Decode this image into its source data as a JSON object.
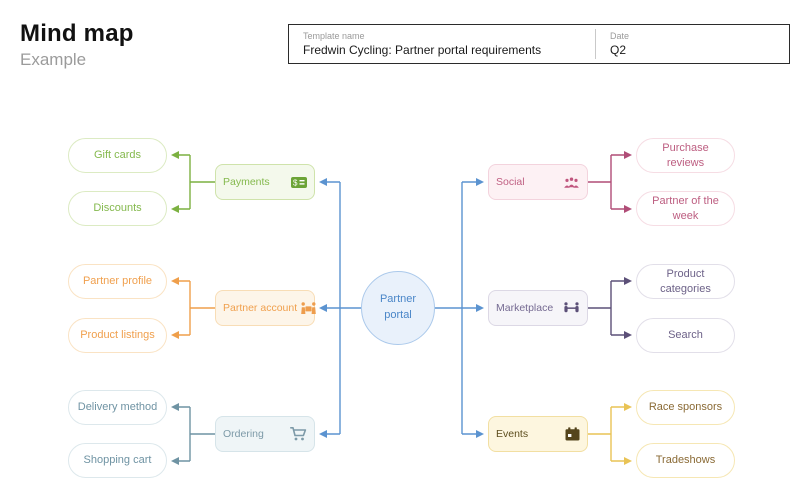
{
  "page": {
    "title": "Mind map",
    "subtitle": "Example"
  },
  "header": {
    "template_label": "Template name",
    "template_value": "Fredwin Cycling: Partner portal requirements",
    "date_label": "Date",
    "date_value": "Q2"
  },
  "mindmap": {
    "center": {
      "label": "Partner portal",
      "fill": "#e9f1fb",
      "border": "#abc9eb",
      "text_color": "#4a86c8"
    },
    "center_connector_color": "#5b93d0",
    "branches": [
      {
        "label": "Payments",
        "icon": "banknote-icon",
        "side": "left",
        "colors": {
          "text": "#85b94e",
          "border": "#cfe3ab",
          "fill": "#f4f9ec",
          "line": "#7cb141"
        },
        "children": [
          {
            "label": "Gift cards"
          },
          {
            "label": "Discounts"
          }
        ]
      },
      {
        "label": "Partner account",
        "icon": "people-carrying-icon",
        "side": "left",
        "colors": {
          "text": "#f0a04e",
          "border": "#f8ddb6",
          "fill": "#fdf5e9",
          "line": "#ef9f4b"
        },
        "children": [
          {
            "label": "Partner profile"
          },
          {
            "label": "Product listings"
          }
        ]
      },
      {
        "label": "Ordering",
        "icon": "shopping-cart-icon",
        "side": "left",
        "colors": {
          "text": "#7d9aa8",
          "border": "#d6e4e9",
          "fill": "#eff5f7",
          "line": "#6f93a3"
        },
        "children": [
          {
            "label": "Delivery method"
          },
          {
            "label": "Shopping cart"
          }
        ]
      },
      {
        "label": "Social",
        "icon": "people-group-icon",
        "side": "right",
        "colors": {
          "text": "#c06083",
          "border": "#f3d3dd",
          "fill": "#fdf1f4",
          "line": "#b04d77"
        },
        "children": [
          {
            "label": "Purchase reviews"
          },
          {
            "label": "Partner of the week"
          }
        ]
      },
      {
        "label": "Marketplace",
        "icon": "handshake-people-icon",
        "side": "right",
        "colors": {
          "text": "#756a92",
          "border": "#dcd8e5",
          "fill": "#f6f5f9",
          "line": "#5c5078"
        },
        "children": [
          {
            "label": "Product categories"
          },
          {
            "label": "Search"
          }
        ]
      },
      {
        "label": "Events",
        "icon": "calendar-icon",
        "side": "right",
        "colors": {
          "text": "#5d4d1d",
          "border": "#f2dfa2",
          "fill": "#fdf6df",
          "line": "#e9c355",
          "leaf_text": "#8a6a35"
        },
        "children": [
          {
            "label": "Race sponsors"
          },
          {
            "label": "Tradeshows"
          }
        ]
      }
    ]
  }
}
